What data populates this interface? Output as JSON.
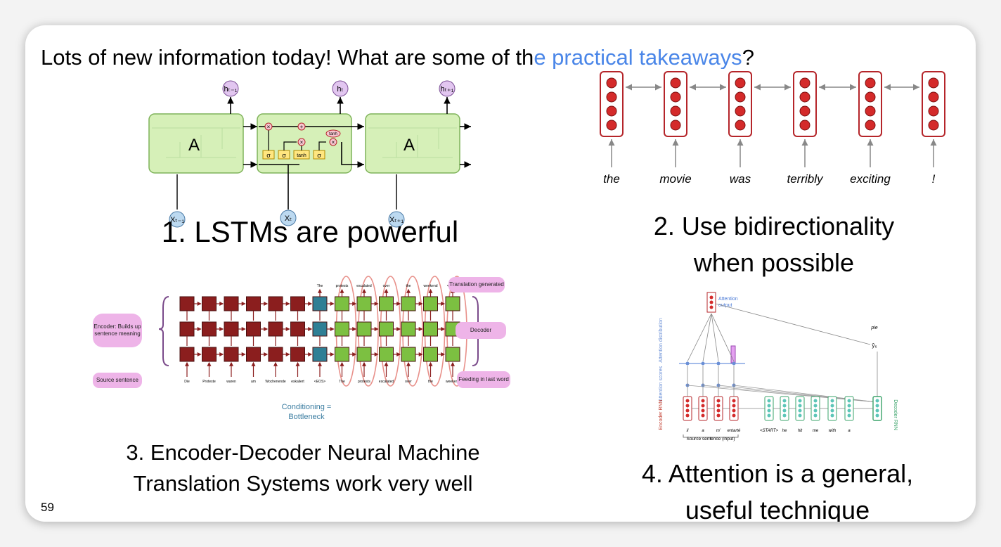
{
  "slide": {
    "title_prefix": "Lots of new information today! What are some of th",
    "title_link": "e practical takeaways",
    "title_suffix": "?",
    "page_number": "59"
  },
  "takeaways": [
    {
      "caption": "1. LSTMs are powerful"
    },
    {
      "caption_line1": "2. Use bidirectionality",
      "caption_line2": "when possible"
    },
    {
      "caption_line1": "3. Encoder-Decoder Neural Machine",
      "caption_line2": "Translation Systems work very well"
    },
    {
      "caption_line1": "4. Attention is a general,",
      "caption_line2": "useful technique"
    }
  ],
  "lstm_figure": {
    "cell_label": "A",
    "hidden_labels": [
      "hₜ₋₁",
      "hₜ",
      "hₜ₊₁"
    ],
    "input_labels": [
      "Xₜ₋₁",
      "Xₜ",
      "Xₜ₊₁"
    ],
    "gate_labels": [
      "σ",
      "σ",
      "tanh",
      "σ"
    ],
    "op_labels": [
      "×",
      "+",
      "×",
      "×",
      "tanh"
    ]
  },
  "bidir_figure": {
    "words": [
      "the",
      "movie",
      "was",
      "terribly",
      "exciting",
      "!"
    ]
  },
  "nmt_figure": {
    "translation_label": "Translation generated",
    "encoder_label": "Encoder: Builds up sentence meaning",
    "decoder_label": "Decoder",
    "source_label": "Source sentence",
    "feeding_label": "Feeding in last word",
    "conditioning_line1": "Conditioning =",
    "conditioning_line2": "Bottleneck",
    "source_words": [
      "Die",
      "Proteste",
      "waren",
      "am",
      "Wochenende",
      "eskaliert",
      "<EOS>",
      "The",
      "protests",
      "escalated",
      "over",
      "the",
      "weekend"
    ],
    "output_words": [
      "The",
      "protests",
      "escalated",
      "over",
      "the",
      "weekend",
      "<EOS>"
    ]
  },
  "attention_figure": {
    "attention_output": "Attention output",
    "attention_distribution": "Attention distribution",
    "attention_scores": "Attention scores",
    "encoder_rnn": "Encoder RNN",
    "decoder_rnn": "Decoder RNN",
    "predicted_word": "pie",
    "y_hat": "ŷ₆",
    "source_words": [
      "il",
      "a",
      "m’",
      "entarté"
    ],
    "target_words": [
      "<START>",
      "he",
      "hit",
      "me",
      "with",
      "a"
    ],
    "source_caption": "Source sentence (input)"
  },
  "colors": {
    "link": "#4a86e8",
    "lstm_cell": "#d6f0b8",
    "rnn_border": "#b5252a",
    "rnn_dot": "#d42a2a",
    "encoder_block": "#8b1e1e",
    "decoder_block": "#7cc041",
    "pill": "#eeb4e8"
  }
}
